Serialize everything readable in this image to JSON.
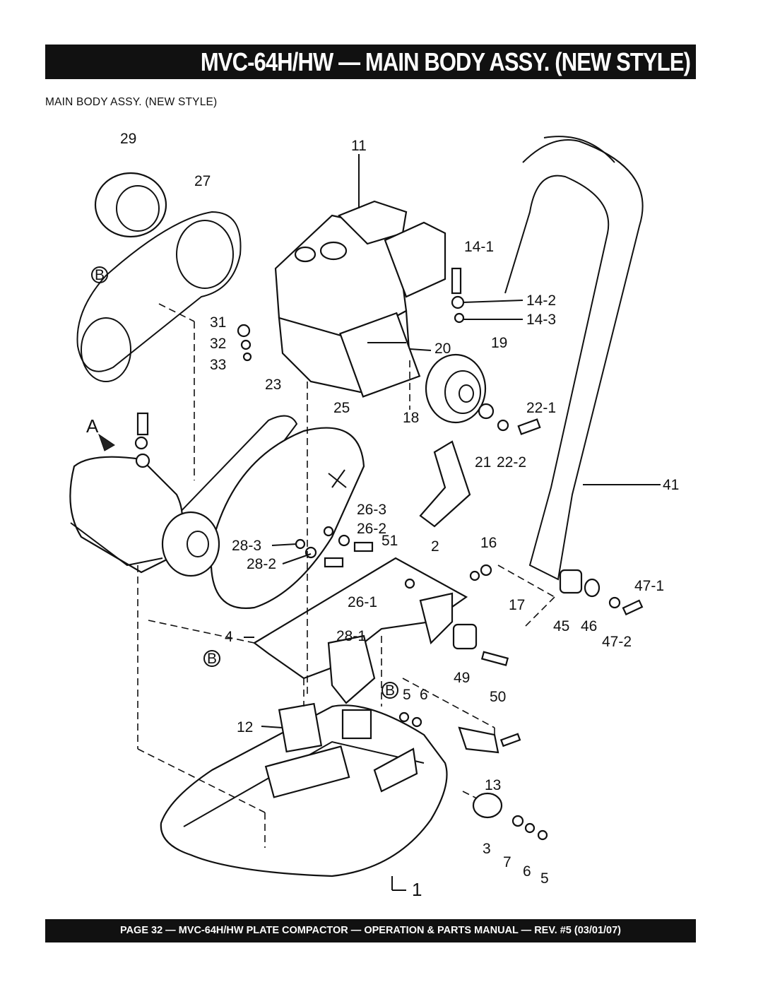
{
  "header": {
    "title": "MVC-64H/HW — MAIN BODY ASSY. (NEW STYLE)"
  },
  "diagram": {
    "subtitle": "MAIN BODY ASSY. (NEW STYLE)",
    "callouts": {
      "c29": "29",
      "c27": "27",
      "c11": "11",
      "cB1": "B",
      "c14_1": "14-1",
      "c14_2": "14-2",
      "c14_3": "14-3",
      "c31": "31",
      "c32": "32",
      "c33": "33",
      "c20": "20",
      "c19": "19",
      "c23": "23",
      "c25": "25",
      "c18": "18",
      "c22_1": "22-1",
      "cA": "A",
      "c21": "21",
      "c22_2": "22-2",
      "c41": "41",
      "c26_3": "26-3",
      "c26_2": "26-2",
      "c28_3": "28-3",
      "c51": "51",
      "c2": "2",
      "c16": "16",
      "c28_2": "28-2",
      "c47_1": "47-1",
      "c26_1": "26-1",
      "c17": "17",
      "c4": "4",
      "c28_1": "28-1",
      "c45": "45",
      "c46": "46",
      "c47_2": "47-2",
      "cB2": "B",
      "c49": "49",
      "cB3": "B",
      "c5a": "5",
      "c6a": "6",
      "c50": "50",
      "c12": "12",
      "c13": "13",
      "c3": "3",
      "c7": "7",
      "c6b": "6",
      "c5b": "5",
      "c1": "1"
    }
  },
  "footer": {
    "text": "PAGE 32 — MVC-64H/HW PLATE COMPACTOR — OPERATION & PARTS MANUAL — REV. #5 (03/01/07)"
  }
}
